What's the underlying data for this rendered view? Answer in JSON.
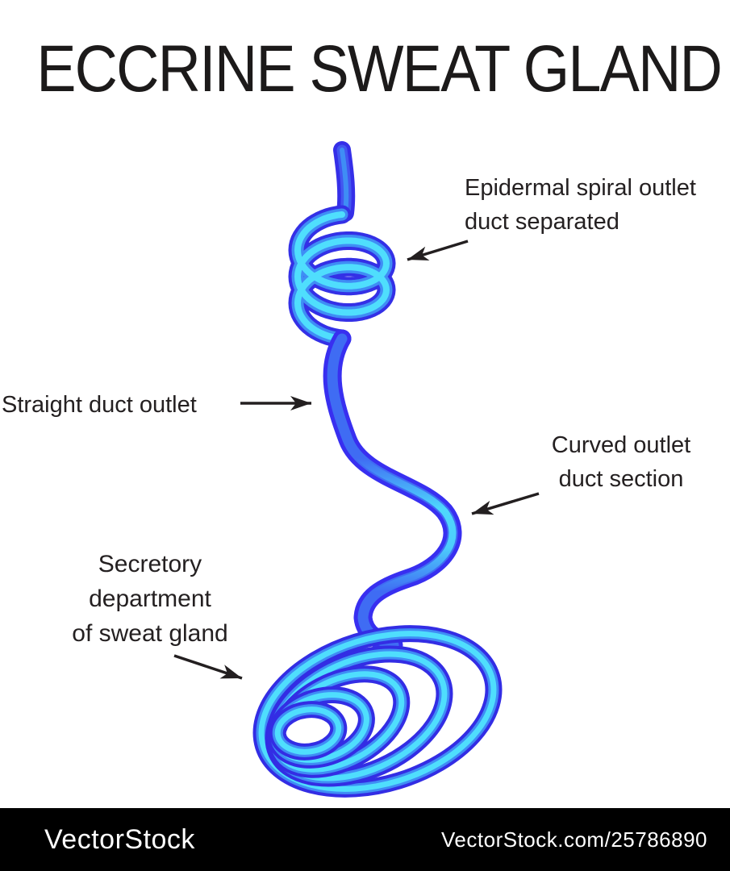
{
  "title": "ECCRINE SWEAT GLAND",
  "labels": {
    "epidermal": {
      "line1": "Epidermal spiral outlet",
      "line2": "duct separated"
    },
    "straight": {
      "text": "Straight duct outlet"
    },
    "curved": {
      "line1": "Curved outlet",
      "line2": "duct section"
    },
    "secretory": {
      "line1": "Secretory",
      "line2": "department",
      "line3": "of sweat gland"
    }
  },
  "footer": {
    "brand": "VectorStock",
    "credit": "VectorStock.com/25786890"
  },
  "colors": {
    "background": "#ffffff",
    "text": "#242021",
    "arrow": "#231f20",
    "tube_base": "#352fe8",
    "tube_mid": "#3f8df5",
    "tube_highlight": "#4fdefd",
    "footer_bg": "#000000",
    "footer_text": "#ffffff"
  }
}
